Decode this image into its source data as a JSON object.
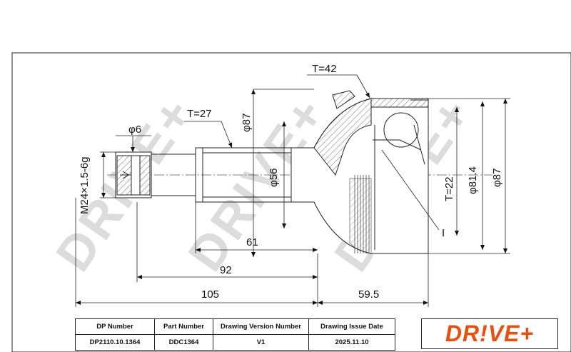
{
  "watermark": "DRIVE+",
  "dimensions": {
    "thread": "M24×1.5-6g",
    "pin_hole": "φ6",
    "spline_teeth": "T=27",
    "shaft_dia": "φ56",
    "outer_teeth": "T=42",
    "flange_dia": "φ87",
    "len_61": "61",
    "len_92": "92",
    "len_105": "105",
    "len_59_5": "59.5",
    "inner_teeth": "T=22",
    "inner_dia": "φ81.4",
    "outer_dia": "φ87",
    "section_mark": "I"
  },
  "title_block": {
    "headers": [
      "DP Number",
      "Part Number",
      "Drawing Version Number",
      "Drawing Issue Date"
    ],
    "values": [
      "DP2110.10.1364",
      "DDC1364",
      "V1",
      "2025.11.10"
    ],
    "logo": "DR!VE+"
  },
  "colors": {
    "line": "#222222",
    "logo": "#e8500f",
    "watermark": "#dcdcdc"
  }
}
